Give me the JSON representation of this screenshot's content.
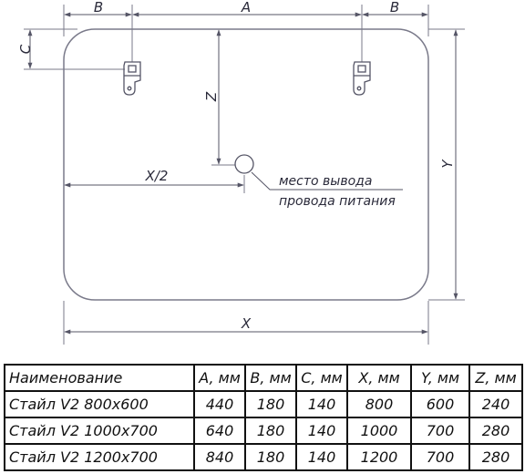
{
  "drawing": {
    "labels": {
      "a": "A",
      "b_left": "B",
      "b_right": "B",
      "c": "C",
      "z": "Z",
      "x_half": "X/2",
      "x": "X",
      "y": "Y"
    },
    "note_line1": "место вывода",
    "note_line2": "провода питания"
  },
  "table": {
    "headers": [
      "Наименование",
      "A, мм",
      "B, мм",
      "C, мм",
      "X, мм",
      "Y, мм",
      "Z, мм"
    ],
    "rows": [
      [
        "Стайл V2 800x600",
        "440",
        "180",
        "140",
        "800",
        "600",
        "240"
      ],
      [
        "Стайл V2 1000x700",
        "640",
        "180",
        "140",
        "1000",
        "700",
        "280"
      ],
      [
        "Стайл V2 1200x700",
        "840",
        "180",
        "140",
        "1200",
        "700",
        "280"
      ]
    ]
  }
}
